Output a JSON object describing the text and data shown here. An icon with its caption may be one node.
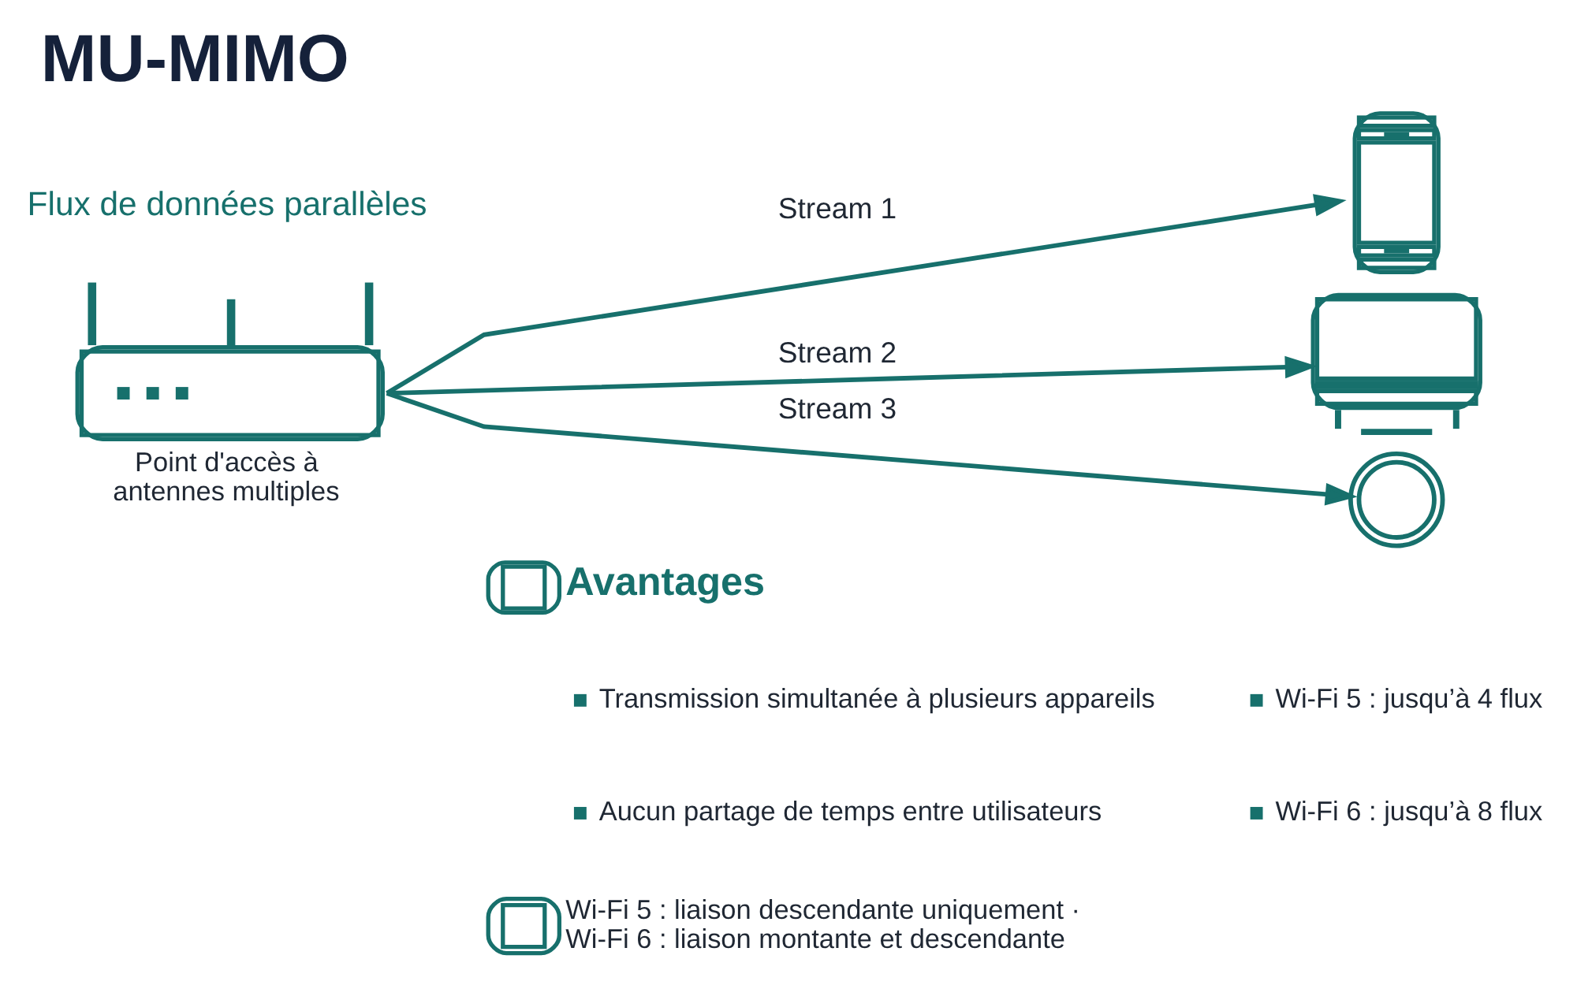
{
  "diagram": {
    "title": "MU-MIMO",
    "nodes": [
      {
        "text": [
          "Point d'accès à antennes multiples"
        ]
      },
      {
        "text": [],
        "shape": "picture"
      },
      {
        "text": [],
        "shape": "picture"
      },
      {
        "text": [],
        "shape": "picture"
      }
    ],
    "edges": [
      {
        "from": 0,
        "to": 1,
        "arrow": "to",
        "label": "Stream 1"
      },
      {
        "from": 0,
        "to": 2,
        "arrow": "to",
        "label": "Stream 2"
      },
      {
        "from": 0,
        "to": 3,
        "arrow": "to",
        "label": "Stream 3"
      }
    ],
    "labels": [
      "Flux de données parallèles",
      "Avantages",
      "Transmission simultanée à plusieurs appareils",
      "Wi-Fi 5 : jusqu’à 4 flux",
      "Aucun partage de temps entre utilisateurs",
      "Wi-Fi 6 : jusqu’à 8 flux",
      "Wi-Fi 5 : liaison descendante uniquement · Wi-Fi 6 : liaison montante et descendante"
    ]
  }
}
